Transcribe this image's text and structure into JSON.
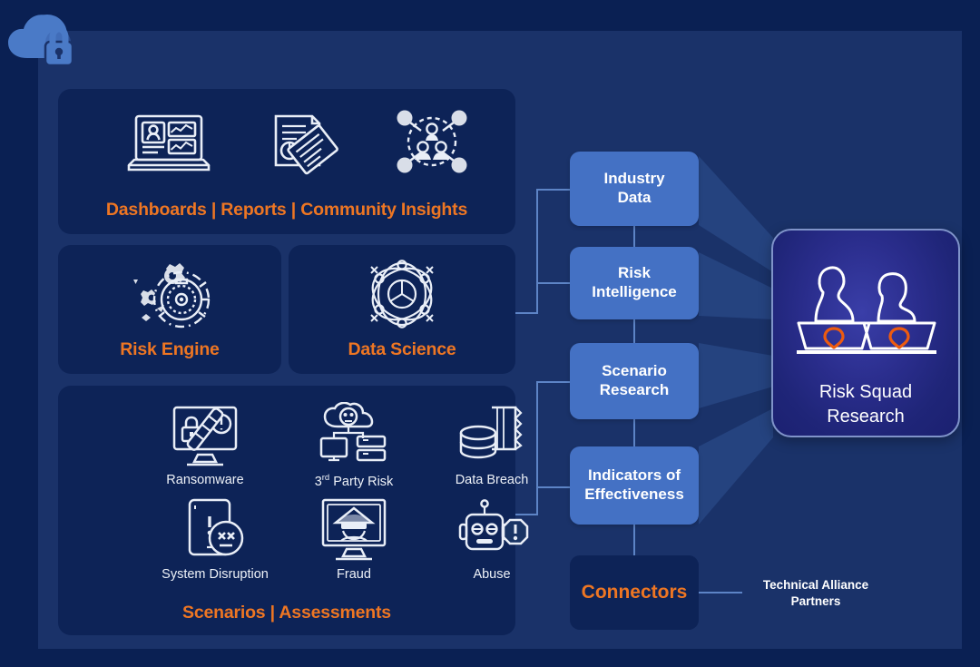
{
  "colors": {
    "outer_bg": "#0a2053",
    "panel_bg": "#1a3269",
    "card_bg": "#0d2357",
    "accent_orange": "#ee7623",
    "stage_blue": "#4471c4",
    "logo_blue": "#4a7ac7",
    "hero_purple": "#2a2d8c",
    "wedge_blue": "#25437f",
    "line_blue": "#5d84c6",
    "icon_white": "#e9eef7"
  },
  "logo": {
    "icon": "cloud-lock-icon"
  },
  "cards": {
    "insights": {
      "caption": "Dashboards | Reports | Community Insights",
      "icons": [
        {
          "name": "dashboard-laptop-icon",
          "label": ""
        },
        {
          "name": "reports-documents-icon",
          "label": ""
        },
        {
          "name": "community-network-icon",
          "label": ""
        }
      ]
    },
    "risk_engine": {
      "caption": "Risk Engine",
      "icon": "gears-cog-icon"
    },
    "data_science": {
      "caption": "Data Science",
      "icon": "atom-molecule-icon"
    },
    "scenarios": {
      "caption": "Scenarios | Assessments",
      "items": [
        {
          "label": "Ransomware",
          "icon": "ransomware-monitor-lock-icon"
        },
        {
          "label": "3rd Party Risk",
          "icon": "third-party-cloud-skull-icon",
          "sup": "rd",
          "sup_base": "3",
          "sup_tail": " Party Risk"
        },
        {
          "label": "Data  Breach",
          "icon": "data-breach-database-icon"
        },
        {
          "label": "System  Disruption",
          "icon": "system-disruption-tablet-icon"
        },
        {
          "label": "Fraud",
          "icon": "fraud-masked-thief-icon"
        },
        {
          "label": "Abuse",
          "icon": "abuse-robot-alert-icon"
        }
      ]
    }
  },
  "stages": [
    {
      "line1": "Industry",
      "line2": "Data"
    },
    {
      "line1": "Risk",
      "line2": "Intelligence"
    },
    {
      "line1": "Scenario",
      "line2": "Research"
    },
    {
      "line1": "Indicators of",
      "line2": "Effectiveness"
    }
  ],
  "connectors": {
    "label": "Connectors"
  },
  "hero": {
    "line1": "Risk Squad",
    "line2": "Research",
    "icon": "two-analysts-laptops-shield-icon"
  },
  "partners": {
    "line1": "Technical Alliance",
    "line2": "Partners"
  }
}
